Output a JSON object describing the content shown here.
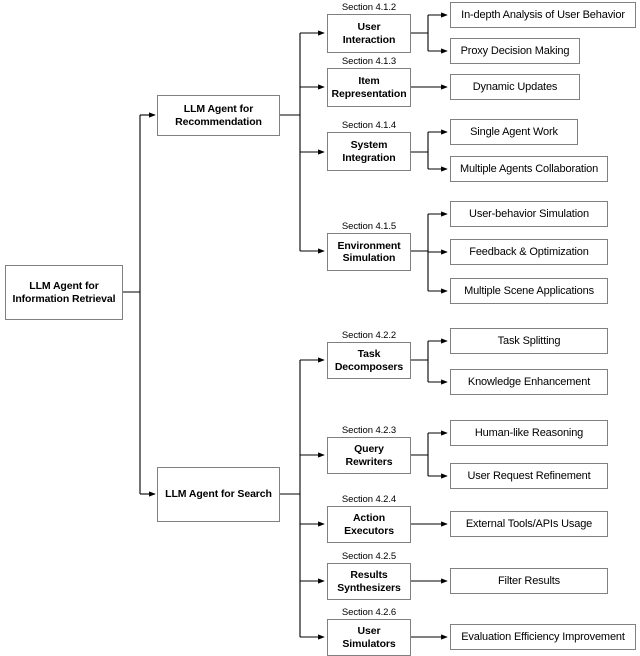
{
  "diagram": {
    "title": "LLM Agent for Information Retrieval taxonomy",
    "type": "tree-diagram",
    "box_border_color": "#808080",
    "line_color": "#000000",
    "background": "#ffffff"
  },
  "root": {
    "label_line1": "LLM Agent for",
    "label_line2": "Information Retrieval"
  },
  "branches": [
    {
      "id": "recommendation",
      "label_line1": "LLM Agent for",
      "label_line2": "Recommendation",
      "categories": [
        {
          "id": "user-interaction",
          "section": "Section 4.1.2",
          "label_line1": "User",
          "label_line2": "Interaction",
          "leaves": [
            {
              "label": "In-depth Analysis of User Behavior"
            },
            {
              "label": "Proxy Decision Making"
            }
          ]
        },
        {
          "id": "item-representation",
          "section": "Section 4.1.3",
          "label_line1": "Item",
          "label_line2": "Representation",
          "leaves": [
            {
              "label": "Dynamic Updates"
            }
          ]
        },
        {
          "id": "system-integration",
          "section": "Section 4.1.4",
          "label_line1": "System",
          "label_line2": "Integration",
          "leaves": [
            {
              "label": "Single Agent Work"
            },
            {
              "label": "Multiple Agents Collaboration"
            }
          ]
        },
        {
          "id": "environment-simulation",
          "section": "Section 4.1.5",
          "label_line1": "Environment",
          "label_line2": "Simulation",
          "leaves": [
            {
              "label": "User-behavior Simulation"
            },
            {
              "label": "Feedback & Optimization"
            },
            {
              "label": "Multiple Scene Applications"
            }
          ]
        }
      ]
    },
    {
      "id": "search",
      "label_line1": "LLM Agent for Search",
      "label_line2": "",
      "categories": [
        {
          "id": "task-decomposers",
          "section": "Section 4.2.2",
          "label_line1": "Task",
          "label_line2": "Decomposers",
          "leaves": [
            {
              "label": "Task Splitting"
            },
            {
              "label": "Knowledge Enhancement"
            }
          ]
        },
        {
          "id": "query-rewriters",
          "section": "Section 4.2.3",
          "label_line1": "Query",
          "label_line2": "Rewriters",
          "leaves": [
            {
              "label": "Human-like Reasoning"
            },
            {
              "label": "User Request Refinement"
            }
          ]
        },
        {
          "id": "action-executors",
          "section": "Section 4.2.4",
          "label_line1": "Action",
          "label_line2": "Executors",
          "leaves": [
            {
              "label": "External Tools/APIs Usage"
            }
          ]
        },
        {
          "id": "results-synthesizers",
          "section": "Section 4.2.5",
          "label_line1": "Results",
          "label_line2": "Synthesizers",
          "leaves": [
            {
              "label": "Filter Results"
            }
          ]
        },
        {
          "id": "user-simulators",
          "section": "Section 4.2.6",
          "label_line1": "User",
          "label_line2": "Simulators",
          "leaves": [
            {
              "label": "Evaluation Efficiency Improvement"
            }
          ]
        }
      ]
    }
  ]
}
